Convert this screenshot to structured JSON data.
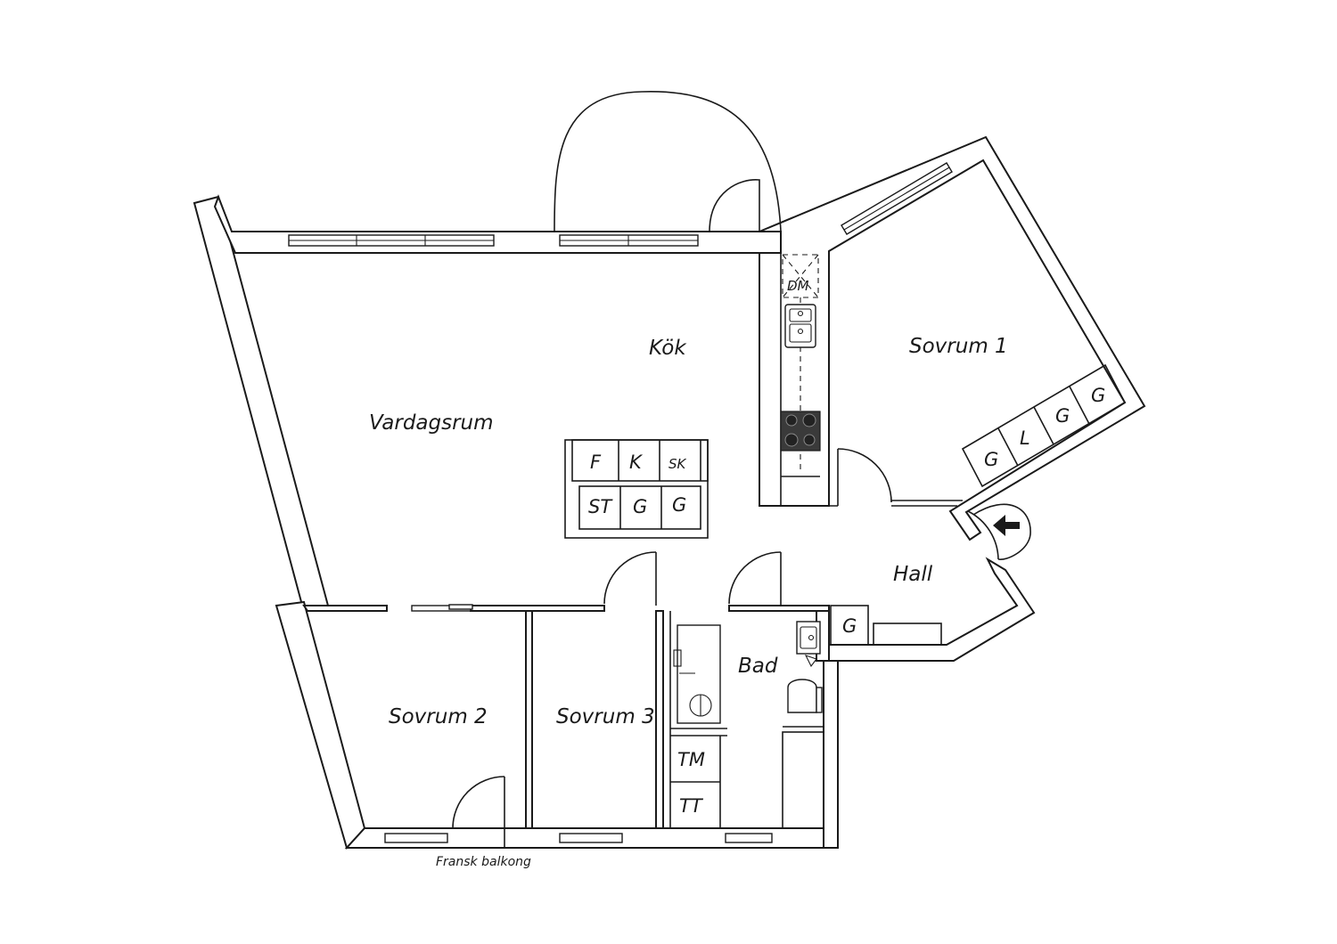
{
  "rooms": {
    "kok": "Kök",
    "vardagsrum": "Vardagsrum",
    "sovrum1": "Sovrum 1",
    "sovrum2": "Sovrum 2",
    "sovrum3": "Sovrum 3",
    "hall": "Hall",
    "bad": "Bad"
  },
  "appliances": {
    "dishwasher": "DM",
    "washer": "TM",
    "dryer": "TT"
  },
  "island": {
    "top": [
      "F",
      "K",
      "SK"
    ],
    "bottom": [
      "ST",
      "G",
      "G"
    ]
  },
  "wardrobes": {
    "sovrum1": [
      "G",
      "L",
      "G",
      "G"
    ],
    "hall": "G"
  },
  "notes": {
    "balcony": "Fransk balkong"
  }
}
